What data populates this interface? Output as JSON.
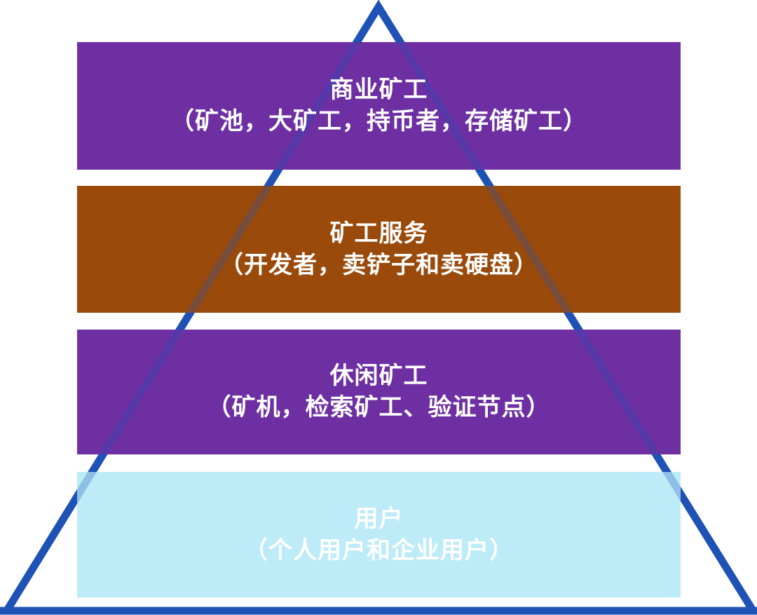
{
  "page": {
    "background_color": "#ffffff"
  },
  "triangle": {
    "stroke_color": "#1F52B5",
    "stroke_width": 11
  },
  "pyramid": {
    "levels": [
      {
        "id": "commercial-miners",
        "title": "商业矿工",
        "subtitle": "（矿池，大矿工，持币者，存储矿工）",
        "color": "#6E2FA3",
        "text_color": "#FFFFFF"
      },
      {
        "id": "miner-services",
        "title": "矿工服务",
        "subtitle": "（开发者，卖铲子和卖硬盘）",
        "color": "#9A4A0B",
        "text_color": "#FFFFFF"
      },
      {
        "id": "casual-miners",
        "title": "休闲矿工",
        "subtitle": "（矿机，检索矿工、验证节点）",
        "color": "#6E2FA3",
        "text_color": "#FFFFFF"
      },
      {
        "id": "users",
        "title": "用户",
        "subtitle": "（个人用户和企业用户）",
        "color": "#BDEBF8",
        "text_color": "#FFFFFF"
      }
    ]
  }
}
